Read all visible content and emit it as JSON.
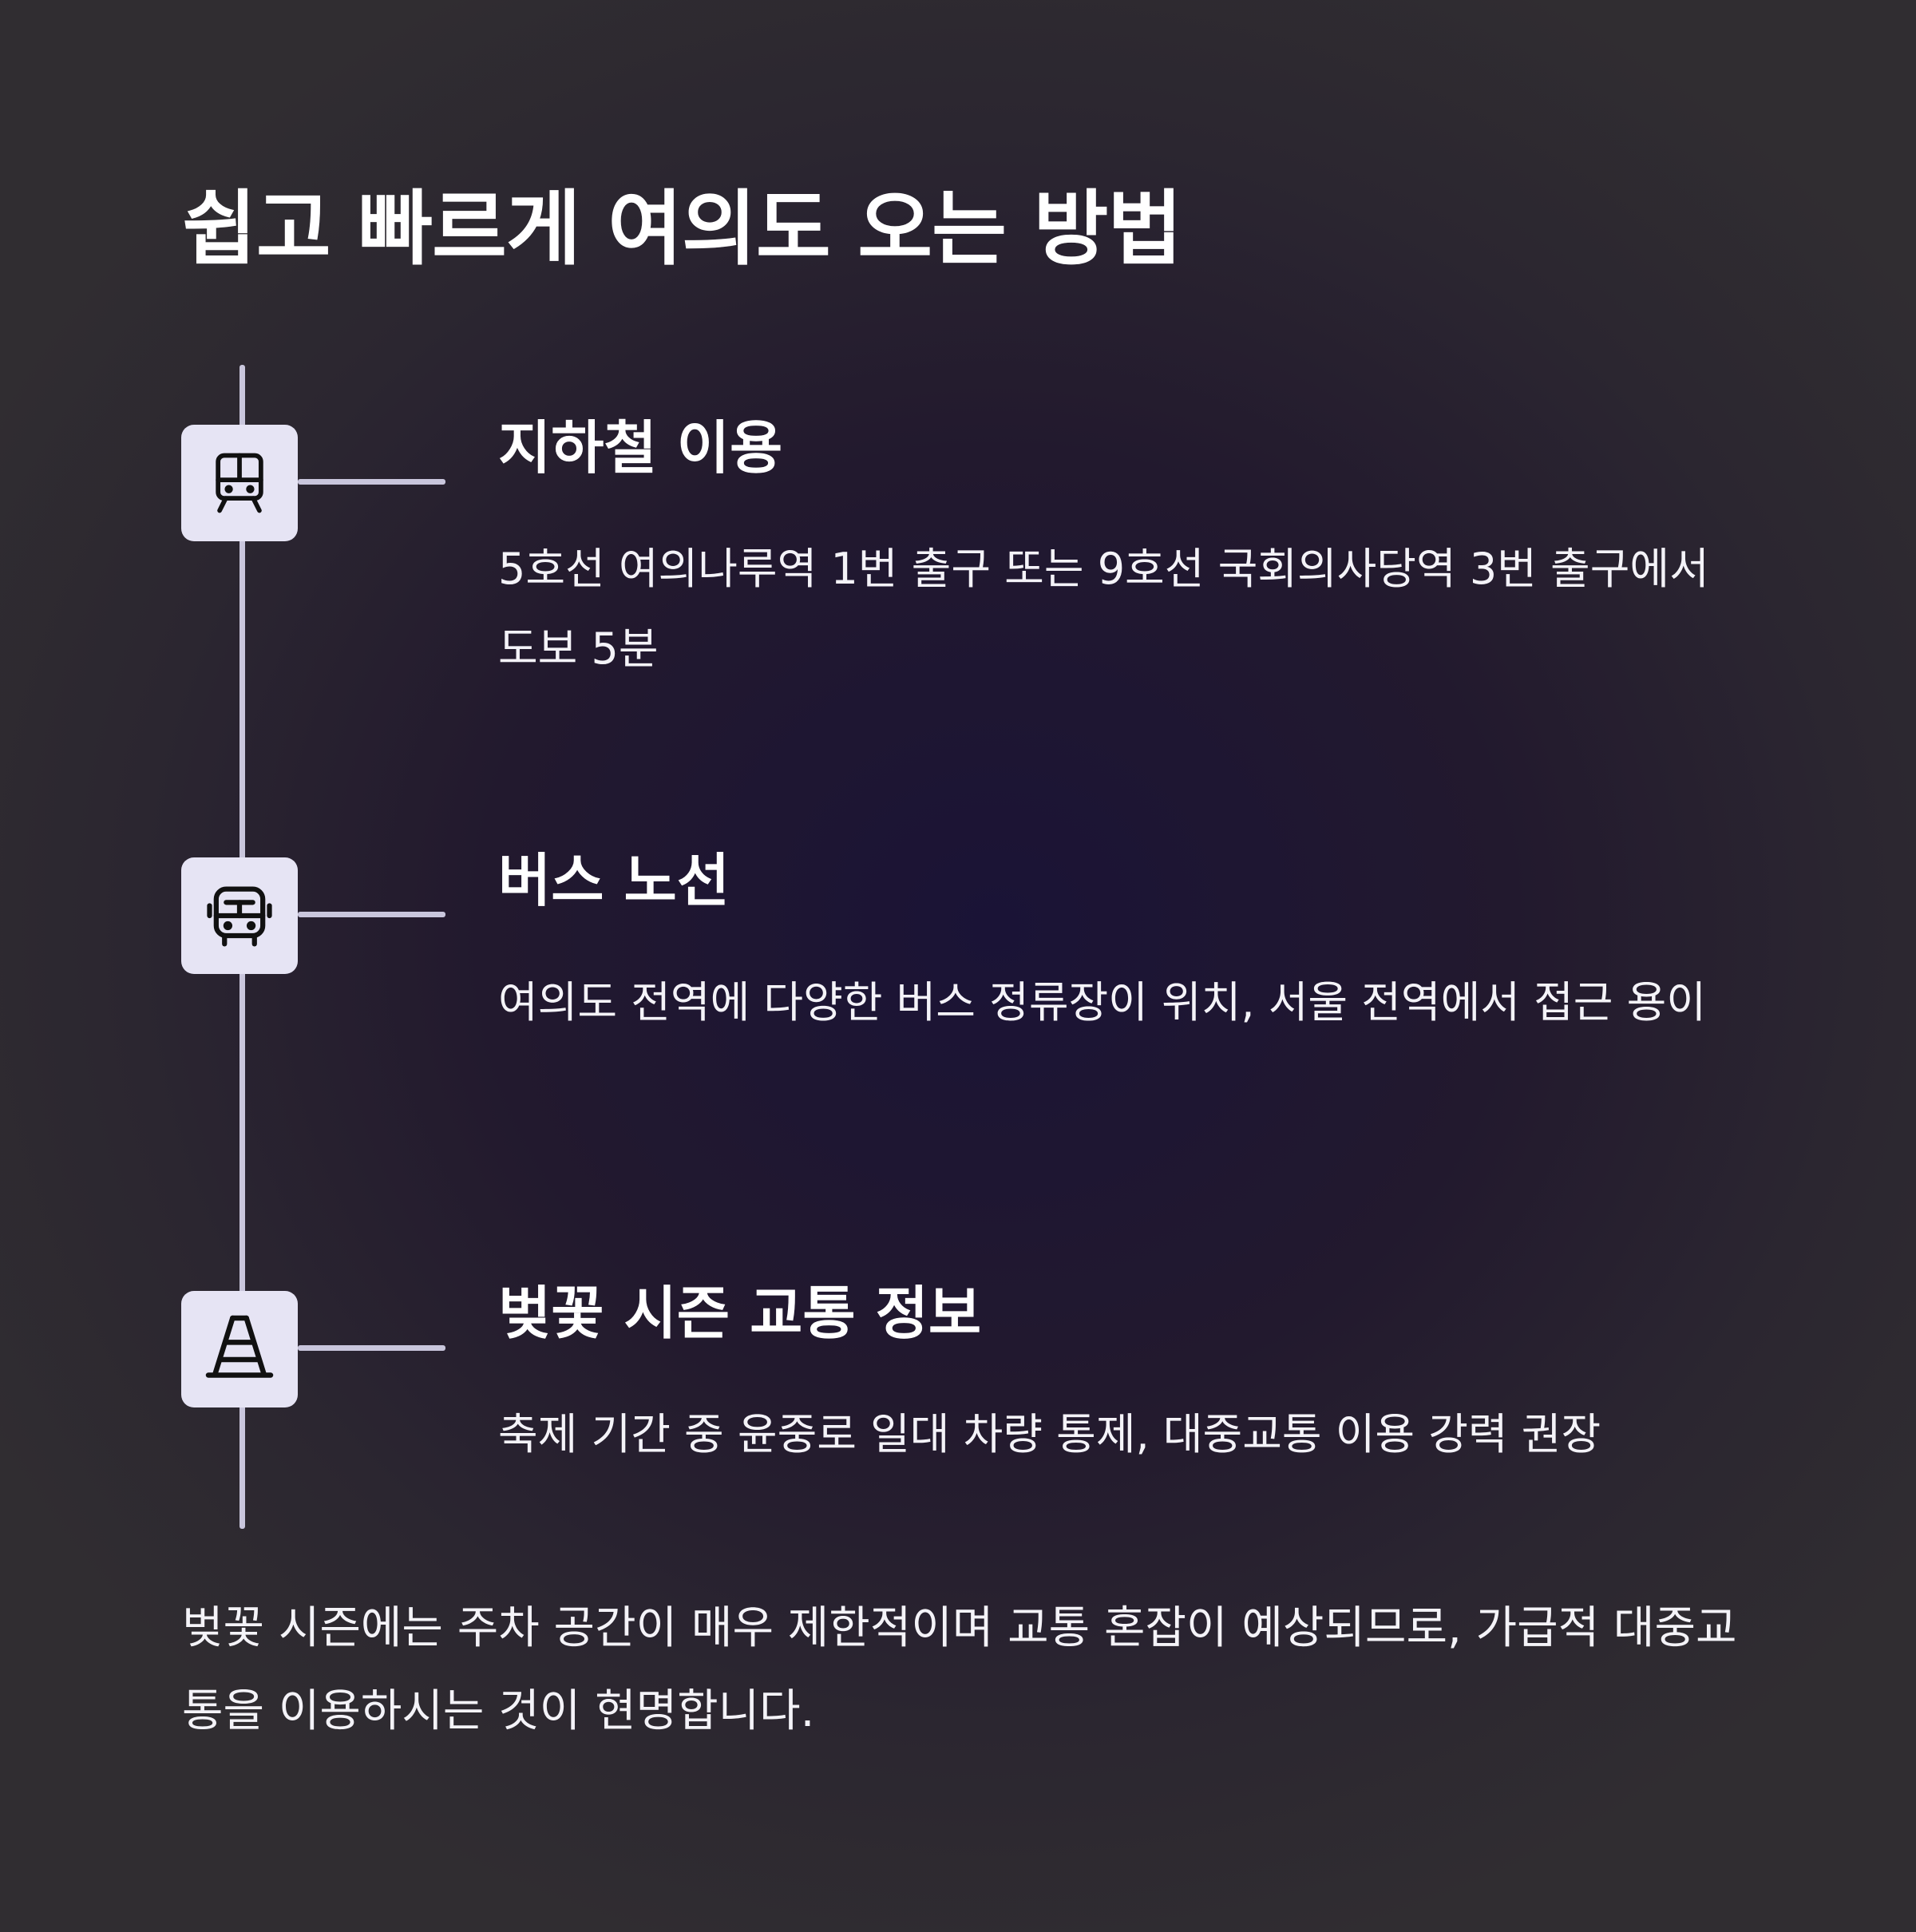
{
  "title": "쉽고 빠르게 여의도 오는 방법",
  "steps": [
    {
      "icon": "subway-train-icon",
      "title": "지하철 이용",
      "description": "5호선 여의나루역 1번 출구 또는 9호선 국회의사당역 3번 출구에서 도보 5분"
    },
    {
      "icon": "bus-icon",
      "title": "버스 노선",
      "description": "여의도 전역에 다양한 버스 정류장이 위치, 서울 전역에서 접근 용이"
    },
    {
      "icon": "traffic-cone-icon",
      "title": "벚꽃 시즌 교통 정보",
      "description": "축제 기간 중 윤중로 일대 차량 통제, 대중교통 이용 강력 권장"
    }
  ],
  "footer_note": "벚꽃 시즌에는 주차 공간이 매우 제한적이며 교통 혼잡이 예상되므로, 가급적 대중교통을 이용하시는 것이 현명합니다."
}
